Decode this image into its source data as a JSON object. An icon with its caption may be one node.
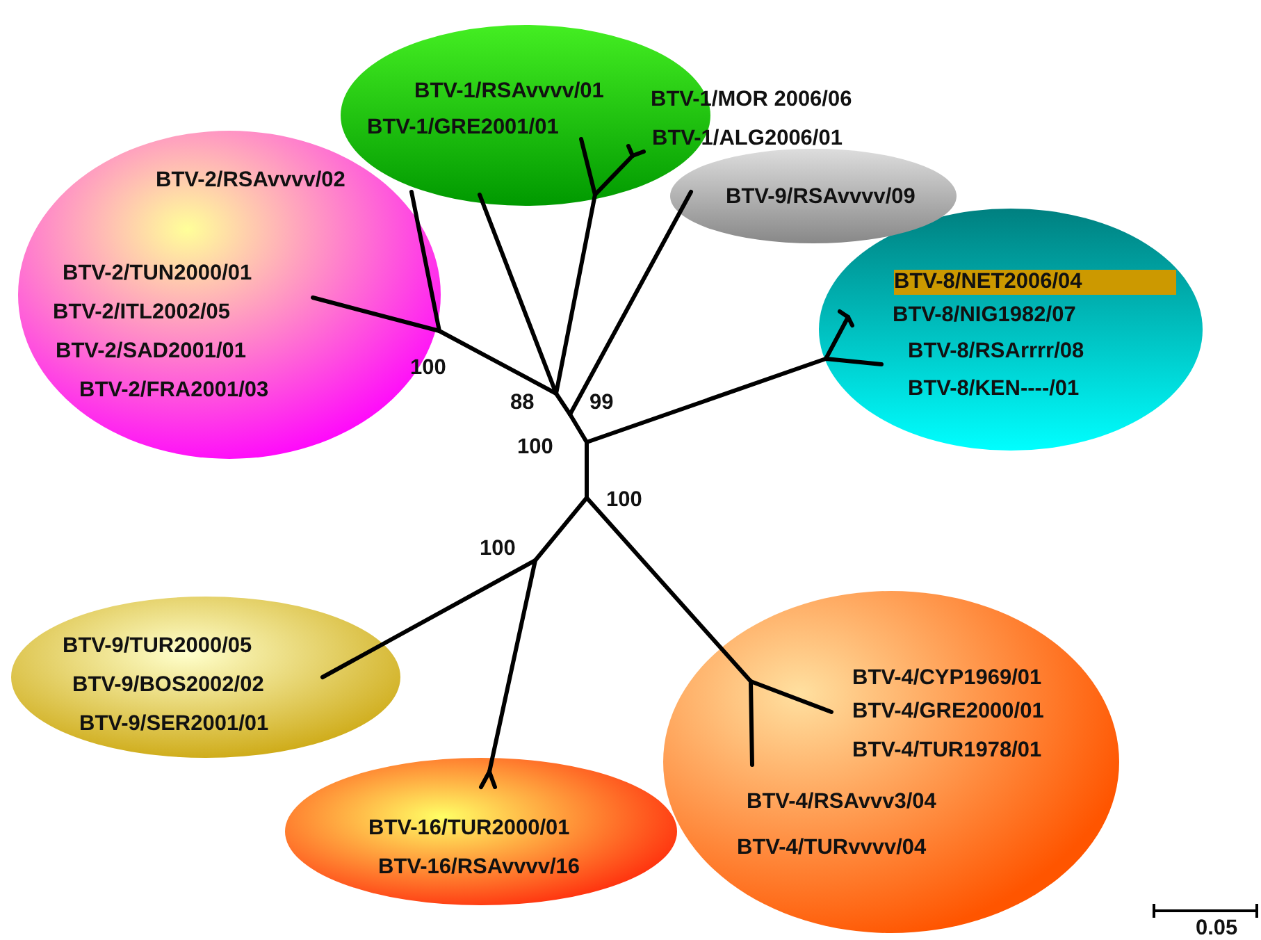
{
  "diagram": {
    "nodes": [
      {
        "text": [
          "BTV-2/RSAvvvv/02",
          "BTV-2/TUN2000/01",
          "BTV-2/ITL2002/05",
          "BTV-2/SAD2001/01",
          "BTV-2/FRA2001/03"
        ]
      },
      {
        "text": [
          "BTV-1/RSAvvvv/01",
          "BTV-1/MOR 2006/06",
          "BTV-1/GRE2001/01",
          "BTV-1/ALG2006/01"
        ]
      },
      {
        "text": [
          "BTV-8/NET2006/04",
          "BTV-8/NIG1982/07",
          "BTV-8/RSArrrr/08",
          "BTV-8/KEN----/01"
        ]
      },
      {
        "text": [
          "BTV-9/RSAvvvv/09"
        ]
      },
      {
        "text": [
          "BTV-9/TUR2000/05",
          "BTV-9/BOS2002/02",
          "BTV-9/SER2001/01"
        ]
      },
      {
        "text": [
          "BTV-16/TUR2000/01",
          "BTV-16/RSAvvvv/16"
        ]
      },
      {
        "text": [
          "BTV-4/CYP1969/01",
          "BTV-4/GRE2000/01",
          "BTV-4/TUR1978/01",
          "BTV-4/RSAvvv3/04",
          "BTV-4/TURvvvv/04"
        ]
      }
    ],
    "labels": [
      "100",
      "88",
      "99",
      "100",
      "100",
      "100",
      "0.05"
    ]
  }
}
